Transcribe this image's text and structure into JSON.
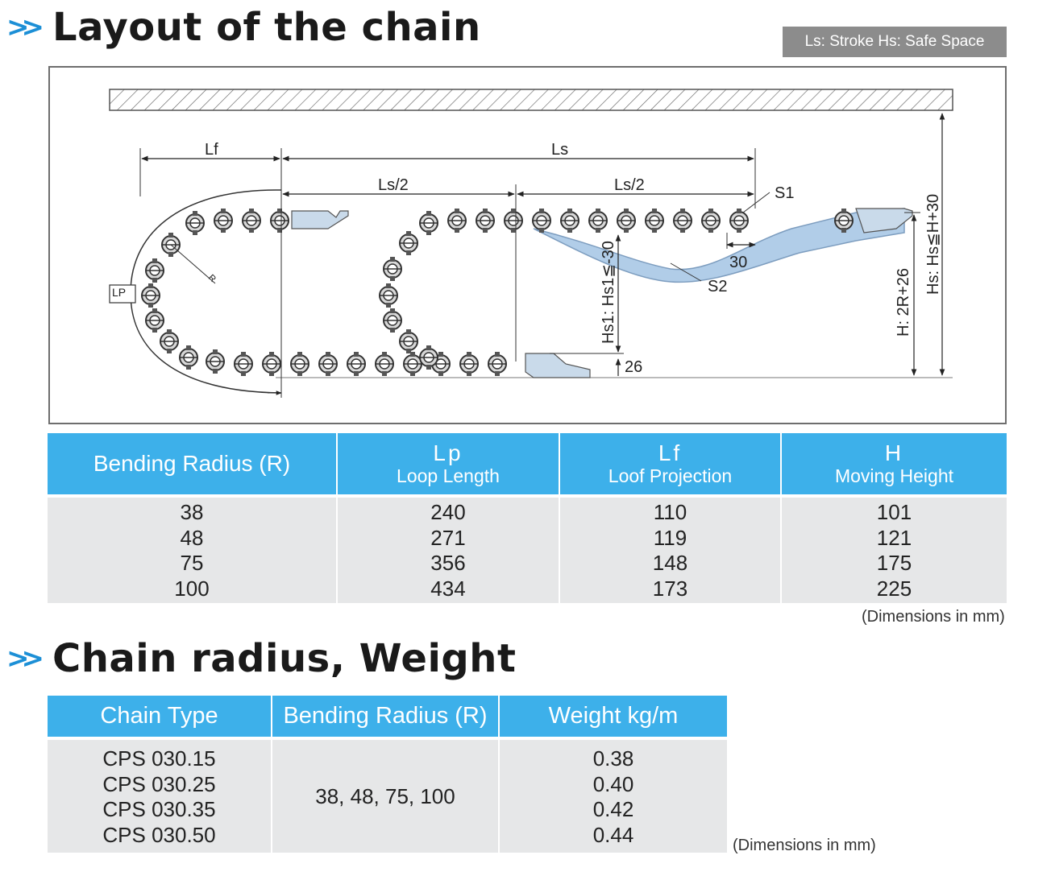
{
  "section1": {
    "title": "Layout of the chain"
  },
  "legend": {
    "text": "Ls: Stroke  Hs: Safe Space"
  },
  "diagram": {
    "labels": {
      "lf": "Lf",
      "ls": "Ls",
      "ls_half_left": "Ls/2",
      "ls_half_right": "Ls/2",
      "s1": "S1",
      "s2": "S2",
      "thirty": "30",
      "twenty_six": "26",
      "lp": "LP",
      "r": "R",
      "hs1": "Hs1: Hs1≦-30",
      "h": "H: 2R+26",
      "hs": "Hs: Hs≦H+30"
    }
  },
  "table1": {
    "headers": [
      {
        "main": "Bending Radius (R)",
        "sub": ""
      },
      {
        "main": "Lp",
        "sub": "Loop Length"
      },
      {
        "main": "Lf",
        "sub": "Loof Projection"
      },
      {
        "main": "H",
        "sub": "Moving Height"
      }
    ],
    "columns": [
      "38\n48\n75\n100",
      "240\n271\n356\n434",
      "110\n119\n148\n173",
      "101\n121\n175\n225"
    ],
    "note": "(Dimensions in mm)"
  },
  "section2": {
    "title": "Chain radius, Weight"
  },
  "table2": {
    "headers": [
      "Chain Type",
      "Bending Radius (R)",
      "Weight kg/m"
    ],
    "chain_types": "CPS 030.15\nCPS 030.25\nCPS 030.35\nCPS 030.50",
    "radius": "38, 48, 75, 100",
    "weights": "0.38\n0.40\n0.42\n0.44",
    "note": "(Dimensions in mm)"
  }
}
